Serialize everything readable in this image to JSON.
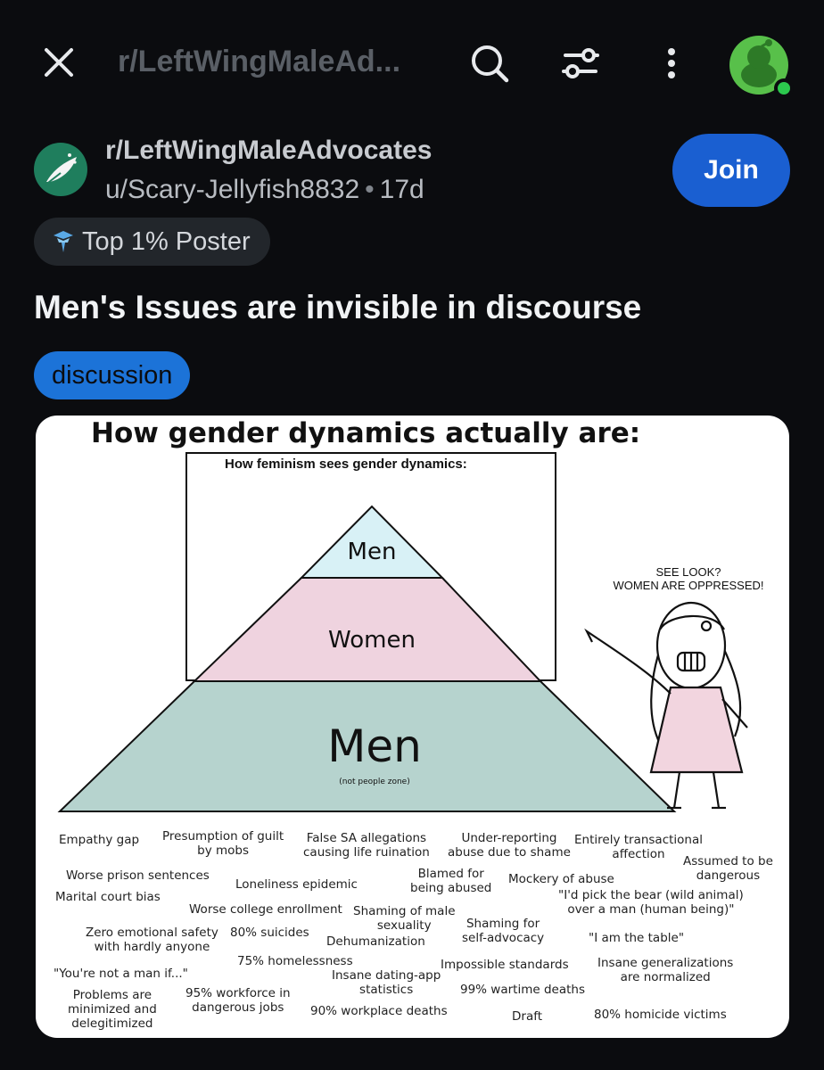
{
  "topbar": {
    "subreddit_short": "r/LeftWingMaleAd...",
    "icons": [
      "close-icon",
      "search-icon",
      "filter-icon",
      "more-vertical-icon",
      "avatar"
    ]
  },
  "post": {
    "community": "r/LeftWingMaleAdvocates",
    "author": "u/Scary-Jellyfish8832",
    "separator": "•",
    "age": "17d",
    "join_label": "Join",
    "badge": "Top 1% Poster",
    "title": "Men's Issues are invisible in discourse",
    "flair": "discussion"
  },
  "image": {
    "heading": "How gender dynamics actually are:",
    "inner_heading": "How feminism sees gender dynamics:",
    "pyramid_top": "Men",
    "pyramid_middle": "Women",
    "pyramid_bottom": "Men",
    "pyramid_bottom_note": "(not people zone)",
    "speech_line1": "SEE LOOK?",
    "speech_line2": "WOMEN ARE OPPRESSED!",
    "issues": [
      "Empathy gap",
      "Presumption of guilt\nby mobs",
      "False SA allegations\ncausing life ruination",
      "Under-reporting\nabuse due to shame",
      "Entirely transactional\naffection",
      "Assumed to be\ndangerous",
      "Worse prison sentences",
      "Loneliness epidemic",
      "Blamed for\nbeing abused",
      "Mockery of abuse",
      "Marital court bias",
      "\"I'd pick the bear (wild animal)\nover a man (human being)\"",
      "Worse college enrollment",
      "Shaming of male\nsexuality",
      "Shaming for\nself-advocacy",
      "Zero emotional safety\nwith hardly anyone",
      "80% suicides",
      "Dehumanization",
      "\"I am the table\"",
      "75% homelessness",
      "Impossible standards",
      "Insane generalizations\nare normalized",
      "\"You're not a man if...\"",
      "Insane dating-app\nstatistics",
      "99% wartime deaths",
      "Problems are\nminimized and\ndelegitimized",
      "95% workforce in\ndangerous jobs",
      "90% workplace deaths",
      "Draft",
      "80% homicide victims"
    ]
  }
}
